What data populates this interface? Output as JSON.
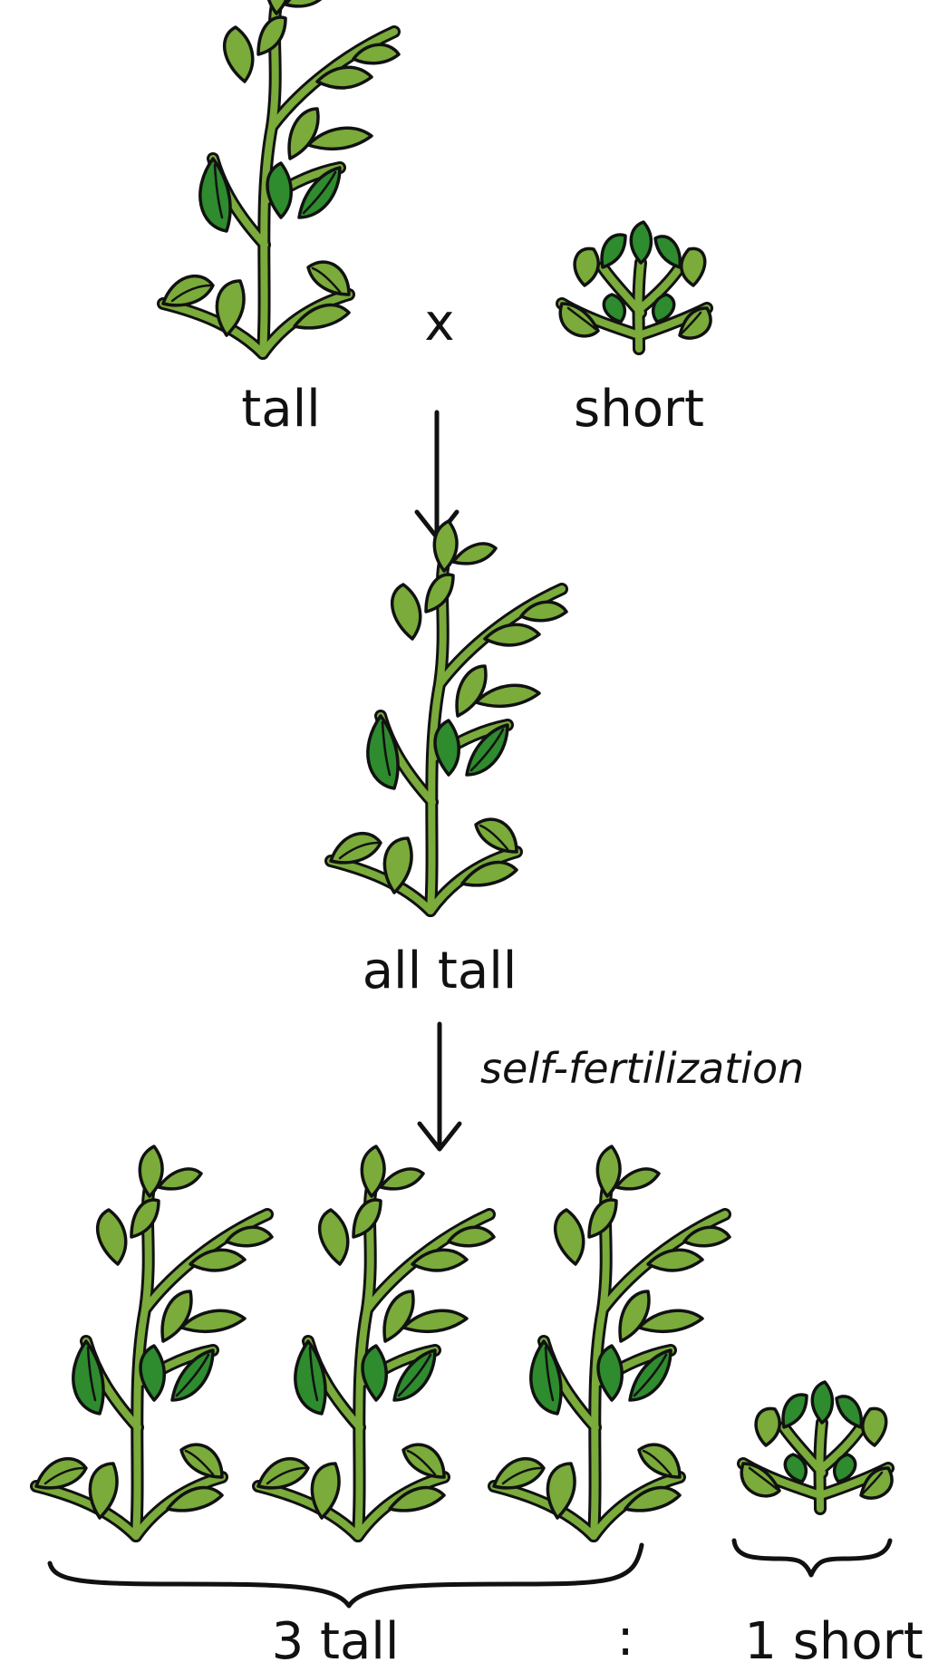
{
  "colors": {
    "leaf_light": "#7aab3b",
    "leaf_dark": "#2e8b2e",
    "stem": "#7aab3b",
    "ink": "#111111"
  },
  "parents": {
    "left_label": "tall",
    "cross_symbol": "x",
    "right_label": "short"
  },
  "f1": {
    "label": "all tall"
  },
  "process": {
    "label": "self-fertilization"
  },
  "f2": {
    "tall_label": "3 tall",
    "separator": ":",
    "short_label": "1 short"
  },
  "icons": [
    "tall-plant-icon",
    "short-plant-icon",
    "down-arrow-icon",
    "curly-brace-icon"
  ]
}
